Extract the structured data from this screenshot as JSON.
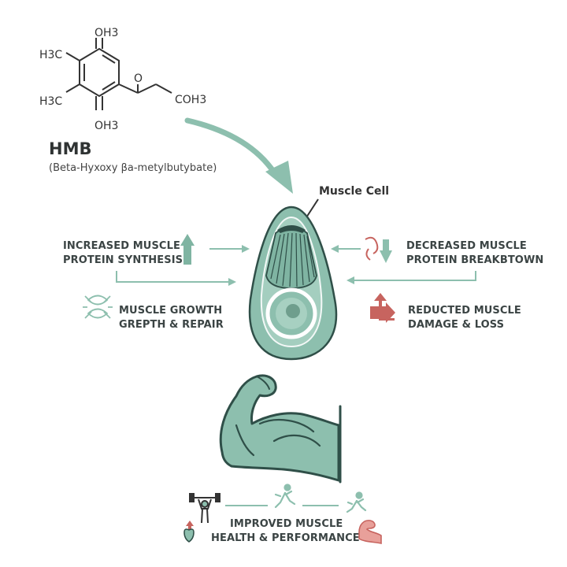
{
  "molecule": {
    "name": "HMB",
    "full_name": "(Beta-Hyxoxy βa-metylbutybate)",
    "groups": {
      "top": "OH3",
      "bottom": "OH3",
      "left_upper": "H3C",
      "left_lower": "H3C",
      "side_o": "O",
      "tail": "COH3"
    }
  },
  "cell": {
    "label": "Muscle Cell"
  },
  "effects": {
    "synthesis": {
      "line1": "INCREASED MUSCLE",
      "line2": "PROTEIN SYNTHESIS"
    },
    "breakdown": {
      "line1": "DECREASED MUSCLE",
      "line2": "PROTEIN BREAKBTOWN"
    },
    "growth": {
      "line1": "MUSCLE GROWTH",
      "line2": "GREPTH & REPAIR"
    },
    "damage": {
      "line1": "REDUCTED MUSCLE",
      "line2": "DAMAGE & LOSS"
    }
  },
  "outcome": {
    "line1": "IMPROVED MUSCLE",
    "line2": "HEALTH & PERFORMANCE"
  },
  "icons": [
    "weightlifter-icon",
    "runner-icon",
    "runner-icon",
    "heart-icon",
    "flexed-arm-icon",
    "protein-icon",
    "dna-icon",
    "damage-arrow-icon"
  ],
  "colors": {
    "teal": "#8dbfae",
    "teal_dark": "#2f4f48",
    "red": "#c7645f",
    "text": "#3b4444"
  }
}
